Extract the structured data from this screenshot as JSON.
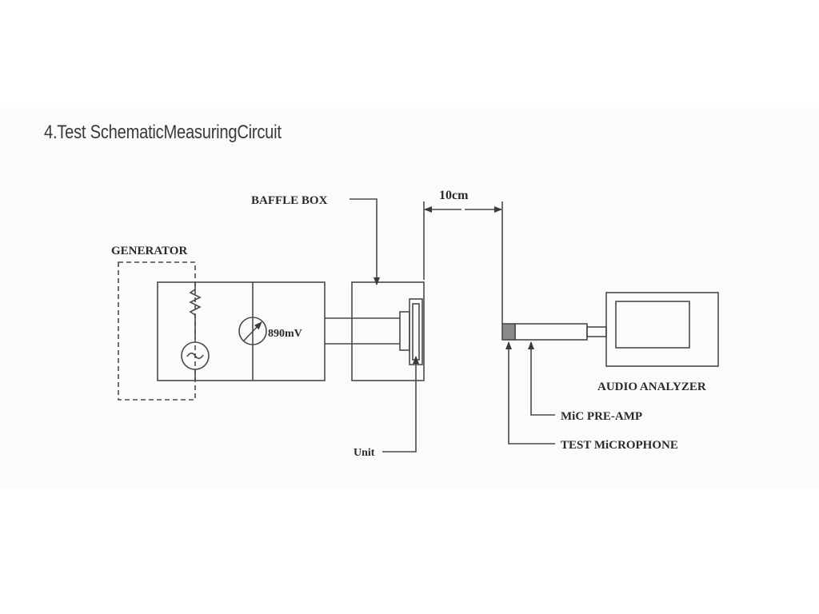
{
  "title": "4.Test SchematicMeasuringCircuit",
  "labels": {
    "generator": "GENERATOR",
    "baffle_box": "BAFFLE BOX",
    "distance": "10cm",
    "voltage": "890mV",
    "unit": "Unit",
    "audio_analyzer": "AUDIO ANALYZER",
    "mic_preamp": "MiC PRE-AMP",
    "test_microphone": "TEST MiCROPHONE"
  },
  "icons": {
    "ac_source": "sine-wave-source-icon",
    "voltmeter": "voltmeter-icon",
    "resistor": "resistor-icon"
  },
  "colors": {
    "line": "#4a4a4a",
    "mic_capsule": "#8a8a8a"
  }
}
